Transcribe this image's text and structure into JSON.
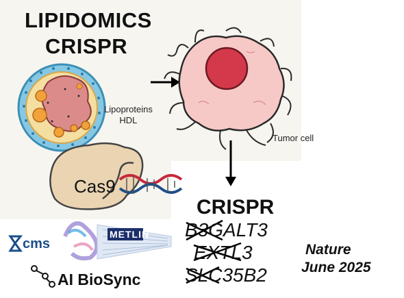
{
  "title": {
    "line1": "LIPIDOMICS",
    "line2": "CRISPR"
  },
  "lipoprotein_label": {
    "line1": "Lipoproteins",
    "line2": "HDL"
  },
  "tumor_label": "Tumor cell",
  "cas9_label": "Cas9",
  "crispr_section": {
    "heading": "CRISPR",
    "genes": [
      "B3GALT3",
      "EXTL3",
      "SLC35B2"
    ]
  },
  "journal": {
    "line1": "Nature",
    "line2": "June 2025"
  },
  "logos": {
    "xcms": "XCMS",
    "metlin": "METLIN",
    "aibiosync": "AI BioSync"
  },
  "colors": {
    "tumor_fill": "#f6c9c6",
    "nucleus": "#d3394a",
    "particle_outer": "#86c8e4",
    "particle_inner": "#f4dfa0",
    "cas9_fill": "#ead4b2",
    "dna_red": "#c7283a",
    "dna_blue": "#1f4f86"
  }
}
